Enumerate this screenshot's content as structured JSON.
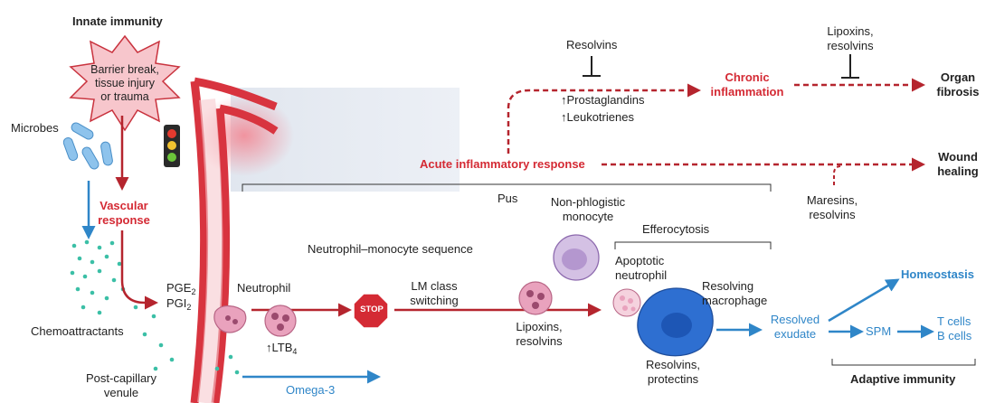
{
  "labels": {
    "innate_immunity": "Innate immunity",
    "trigger": [
      "Barrier break,",
      "tissue injury",
      "or trauma"
    ],
    "microbes": "Microbes",
    "vascular_response": [
      "Vascular",
      "response"
    ],
    "chemoattractants": "Chemoattractants",
    "pge": "PGE",
    "pgi": "PGI",
    "subscript_2": "2",
    "subscript_4": "4",
    "post_capillary_venule": [
      "Post-capillary",
      "venule"
    ],
    "neutrophil": "Neutrophil",
    "ltb": "↑LTB",
    "omega3": "Omega-3",
    "stop": "STOP",
    "neutrophil_monocyte_sequence": "Neutrophil–monocyte sequence",
    "lm_class_switching": [
      "LM class",
      "switching"
    ],
    "pus": "Pus",
    "non_phlogistic_monocyte": [
      "Non-phlogistic",
      "monocyte"
    ],
    "lipoxins_resolvins_mid": [
      "Lipoxins,",
      "resolvins"
    ],
    "efferocytosis": "Efferocytosis",
    "apoptotic_neutrophil": [
      "Apoptotic",
      "neutrophil"
    ],
    "resolving_macrophage": [
      "Resolving",
      "macrophage"
    ],
    "resolvins_protectins": [
      "Resolvins,",
      "protectins"
    ],
    "resolved_exudate": [
      "Resolved",
      "exudate"
    ],
    "spm": "SPM",
    "homeostasis": "Homeostasis",
    "t_b_cells": [
      "T cells",
      "B cells"
    ],
    "adaptive_immunity": "Adaptive immunity",
    "acute_inflammatory_response": "Acute inflammatory response",
    "resolvins_top": "Resolvins",
    "prostaglandins": "↑Prostaglandins",
    "leukotrienes": "↑Leukotrienes",
    "chronic_inflammation": [
      "Chronic",
      "inflammation"
    ],
    "lipoxins_resolvins_top": [
      "Lipoxins,",
      "resolvins"
    ],
    "organ_fibrosis": [
      "Organ",
      "fibrosis"
    ],
    "wound_healing": [
      "Wound",
      "healing"
    ],
    "maresins_resolvins": [
      "Maresins,",
      "resolvins"
    ]
  },
  "colors": {
    "red_arrow": "#b5252e",
    "red_text": "#d42a34",
    "blue": "#2f86c8",
    "vessel": "#d8343f",
    "teal_dots": "#3bbfa6",
    "star_fill": "#f7c6cc",
    "macrophage": "#2e6fd1",
    "monocyte": "#b497cf",
    "neutrophil": "#e9a2bd"
  }
}
